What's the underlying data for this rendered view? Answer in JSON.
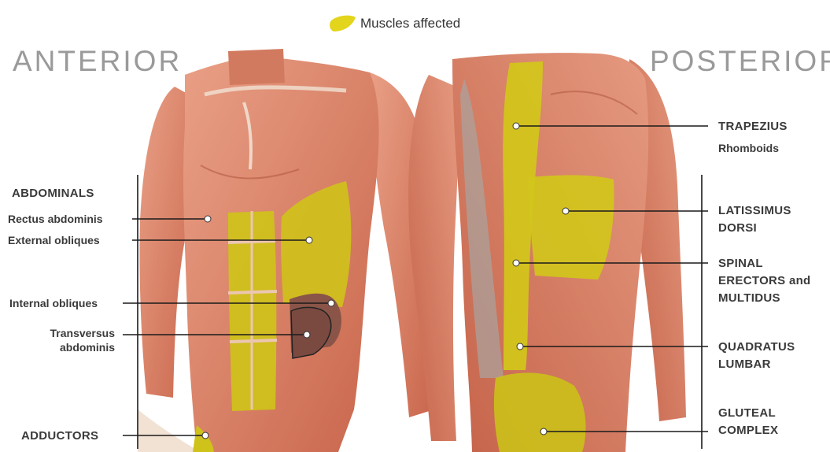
{
  "legend": {
    "label": "Muscles affected",
    "swatch_color": "#e3d41c"
  },
  "colors": {
    "muscle": "#d9826a",
    "muscle_dark": "#b35a44",
    "tendon": "#f1e2d4",
    "highlight": "#d8cc1a",
    "deep_muscle": "#8a5548"
  },
  "anterior": {
    "title": "ANTERIOR",
    "group_heading": "ABDOMINALS",
    "rectus": "Rectus abdominis",
    "ext_obliques": "External obliques",
    "int_obliques": "Internal obliques",
    "transversus_1": "Transversus",
    "transversus_2": "abdominis",
    "adductors": "ADDUCTORS"
  },
  "posterior": {
    "title": "POSTERIOR",
    "trapezius": "TRAPEZIUS",
    "rhomboids": "Rhomboids",
    "lats_1": "LATISSIMUS",
    "lats_2": "DORSI",
    "spinal_1": "SPINAL",
    "spinal_2": "ERECTORS and",
    "spinal_3": "MULTIDUS",
    "quad_1": "QUADRATUS",
    "quad_2": "LUMBAR",
    "glute_1": "GLUTEAL",
    "glute_2": "COMPLEX"
  }
}
